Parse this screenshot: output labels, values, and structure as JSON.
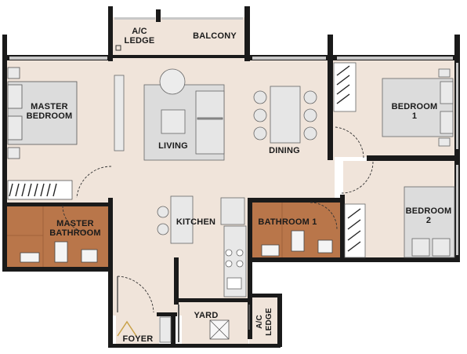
{
  "floorplan": {
    "rooms": {
      "master_bedroom": "MASTER\nBEDROOM",
      "master_bathroom": "MASTER\nBATHROOM",
      "living": "LIVING",
      "dining": "DINING",
      "kitchen": "KITCHEN",
      "bedroom_1": "BEDROOM\n1",
      "bedroom_2": "BEDROOM\n2",
      "bathroom_1": "BATHROOM 1",
      "balcony": "BALCONY",
      "ac_ledge_top": "A/C\nLEDGE",
      "ac_ledge_bottom": "A/C\nLEDGE",
      "yard": "YARD",
      "foyer": "FOYER"
    },
    "colors": {
      "floor": "#f0e4da",
      "bathroom": "#b9764a",
      "wall": "#1a1a1a",
      "furniture": "#dcdcdc",
      "window": "#c8c8c8"
    }
  }
}
